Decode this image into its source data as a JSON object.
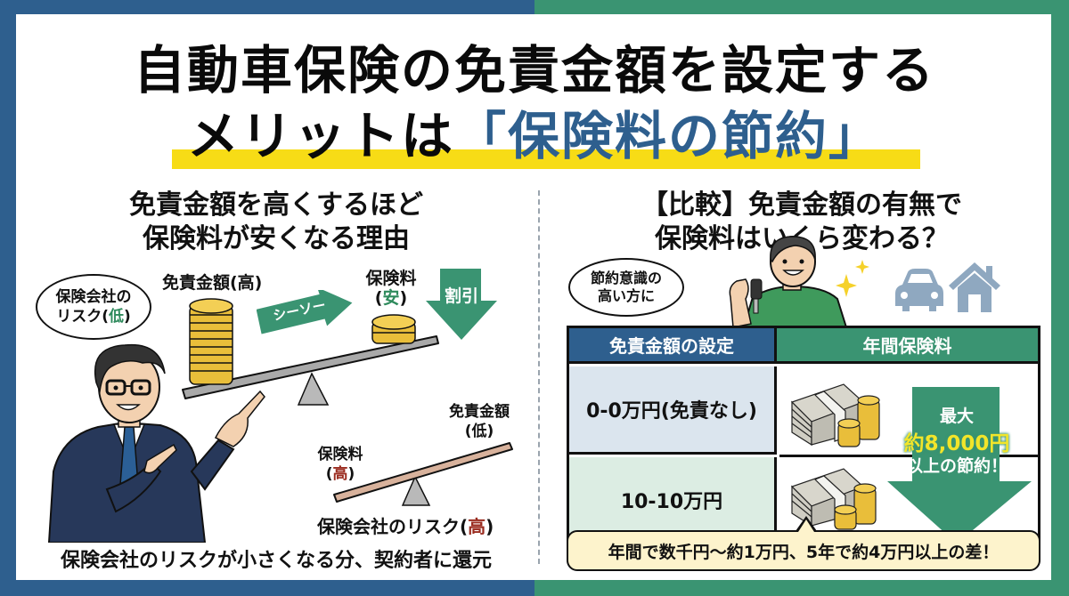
{
  "colors": {
    "frame_left": "#2e5f8e",
    "frame_right": "#3a9472",
    "title_highlight": "#2e5f8e",
    "highlight_bar": "#f7dc16",
    "accent_green": "#3a9472",
    "risk_high_red": "#9a2b1f",
    "note_bg": "#fdf3cc"
  },
  "header": {
    "title_line1": "自動車保険の免責金額を設定する",
    "title_line2_prefix": "メリットは",
    "title_line2_highlight": "「保険料の節約」"
  },
  "left": {
    "heading_line1": "免責金額を高くするほど",
    "heading_line2": "保険料が安くなる理由",
    "bubble": {
      "line1": "保険会社の",
      "line2_prefix": "リスク(",
      "line2_accent": "低",
      "line2_suffix": ")"
    },
    "seesaw_top": {
      "left_label": "免責金額(高)",
      "arrow_label": "シーソー",
      "right_label_line1": "保険料",
      "right_label_line2_prefix": "(",
      "right_label_line2_accent": "安",
      "right_label_line2_suffix": ")",
      "discount_label": "割引"
    },
    "seesaw_bottom": {
      "left_label_line1": "保険料",
      "left_label_line2_prefix": "(",
      "left_label_line2_accent": "高",
      "left_label_line2_suffix": ")",
      "right_label_line1": "免責金額",
      "right_label_line2": "(低)",
      "risk_prefix": "保険会社のリスク(",
      "risk_accent": "高",
      "risk_suffix": ")"
    },
    "footer": "保険会社のリスクが小さくなる分、契約者に還元"
  },
  "right": {
    "heading_line1": "【比較】免責金額の有無で",
    "heading_line2": "保険料はいくら変わる？",
    "bubble": {
      "line1": "節約意識の",
      "line2": "高い方に"
    },
    "icons": [
      "car-icon",
      "house-icon",
      "sparkle-icon",
      "money-stack-icon"
    ],
    "table": {
      "headers": [
        "免責金額の設定",
        "年間保険料"
      ],
      "rows": [
        {
          "setting": "0-0万円(免責なし)"
        },
        {
          "setting": "10-10万円"
        }
      ]
    },
    "savings_arrow": {
      "line1": "最大",
      "line2": "約8,000円",
      "line3": "以上の節約！"
    },
    "note": "年間で数千円～約1万円、5年で約4万円以上の差！"
  }
}
